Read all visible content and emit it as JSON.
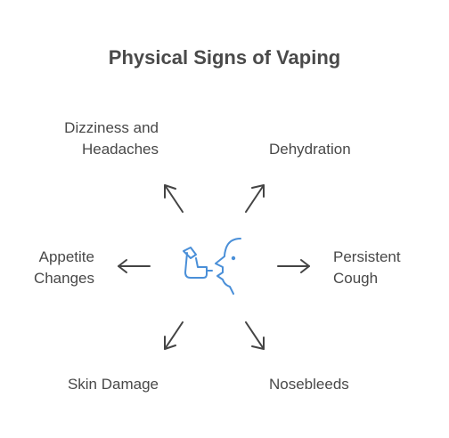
{
  "title": "Physical Signs of Vaping",
  "center_icon": "vaping-person-icon",
  "colors": {
    "icon": "#4a8fd8",
    "arrow": "#444444",
    "text": "#484848"
  },
  "signs": {
    "top_left": [
      "Dizziness and",
      "Headaches"
    ],
    "top_right": [
      "Dehydration"
    ],
    "left": [
      "Appetite",
      "Changes"
    ],
    "right": [
      "Persistent",
      "Cough"
    ],
    "bottom_left": [
      "Skin Damage"
    ],
    "bottom_right": [
      "Nosebleeds"
    ]
  }
}
